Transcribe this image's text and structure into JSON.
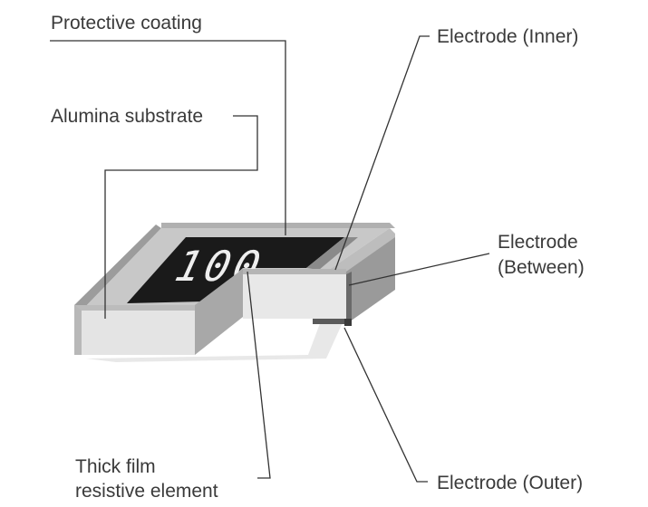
{
  "labels": {
    "protective_coating": "Protective coating",
    "alumina_substrate": "Alumina substrate",
    "electrode_inner": "Electrode (Inner)",
    "electrode_between_line1": "Electrode",
    "electrode_between_line2": "(Between)",
    "thick_film_line1": "Thick film",
    "thick_film_line2": "resistive element",
    "electrode_outer": "Electrode (Outer)"
  },
  "chip_marking": "100",
  "colors": {
    "substrate_face": "#e0e0e0",
    "substrate_side": "#a8a8a8",
    "coating": "#1a1a1a",
    "marking": "#eeeeee",
    "text": "#3a3a3a"
  }
}
